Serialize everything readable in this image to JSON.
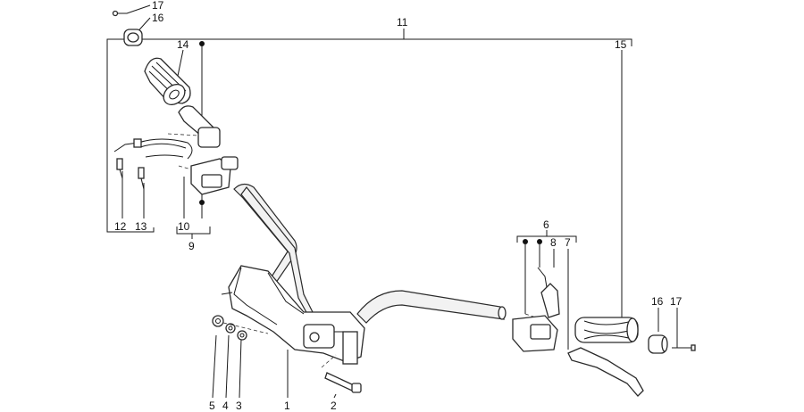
{
  "diagram": {
    "labels": {
      "p1": "1",
      "p2": "2",
      "p3": "3",
      "p4": "4",
      "p5": "5",
      "p6": "6",
      "p7": "7",
      "p8": "8",
      "p9": "9",
      "p10": "10",
      "p11": "11",
      "p12": "12",
      "p13": "13",
      "p14": "14",
      "p15": "15",
      "p16_top": "16",
      "p17_top": "17",
      "p16_right": "16",
      "p17_right": "17"
    }
  }
}
